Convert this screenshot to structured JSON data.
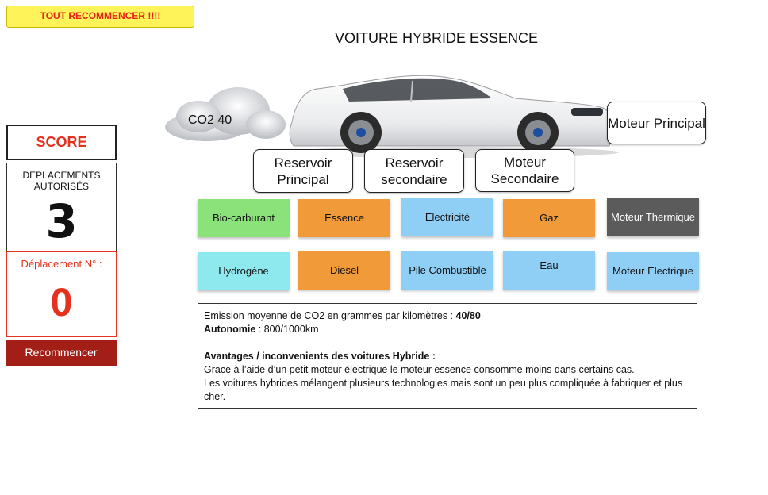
{
  "header": {
    "reset_all_label": "TOUT RECOMMENCER !!!!",
    "title": "VOITURE HYBRIDE ESSENCE"
  },
  "sidebar": {
    "score_label": "SCORE",
    "moves_label": "DEPLACEMENTS AUTORISÉS",
    "moves_value": "3",
    "counter_label": "Déplacement N° :",
    "counter_value": "0",
    "restart_label": "Recommencer"
  },
  "car": {
    "co2_label": "CO2 40"
  },
  "slots": {
    "reservoir_principal": "Reservoir Principal",
    "reservoir_secondaire": "Reservoir secondaire",
    "moteur_secondaire": "Moteur Secondaire",
    "moteur_principal": "Moteur Principal"
  },
  "tiles": {
    "biocarburant": "Bio-carburant",
    "essence": "Essence",
    "electricite": "Electricité",
    "gaz": "Gaz",
    "moteur_thermique": "Moteur Thermique",
    "hydrogene": "Hydrogène",
    "diesel": "Diesel",
    "pile_combustible": "Pile Combustible",
    "eau": "Eau",
    "moteur_electrique": "Moteur Electrique"
  },
  "info": {
    "emission_text": "Emission moyenne de CO2 en grammes par kilomètres : ",
    "emission_value": "40/80",
    "autonomie_label": "Autonomie",
    "autonomie_value": " :  800/1000km",
    "advantages_title": "Avantages / inconvenients des voitures Hybride :",
    "line1": "Grace à l’aide d’un petit moteur électrique le moteur essence consomme moins dans certains cas.",
    "line2": "Les voitures hybrides mélangent plusieurs technologies mais sont un peu plus compliquée à fabriquer et plus cher."
  },
  "colors": {
    "accent_red": "#e4321e",
    "yellow": "#fff35a",
    "dark_red": "#a21e16"
  }
}
